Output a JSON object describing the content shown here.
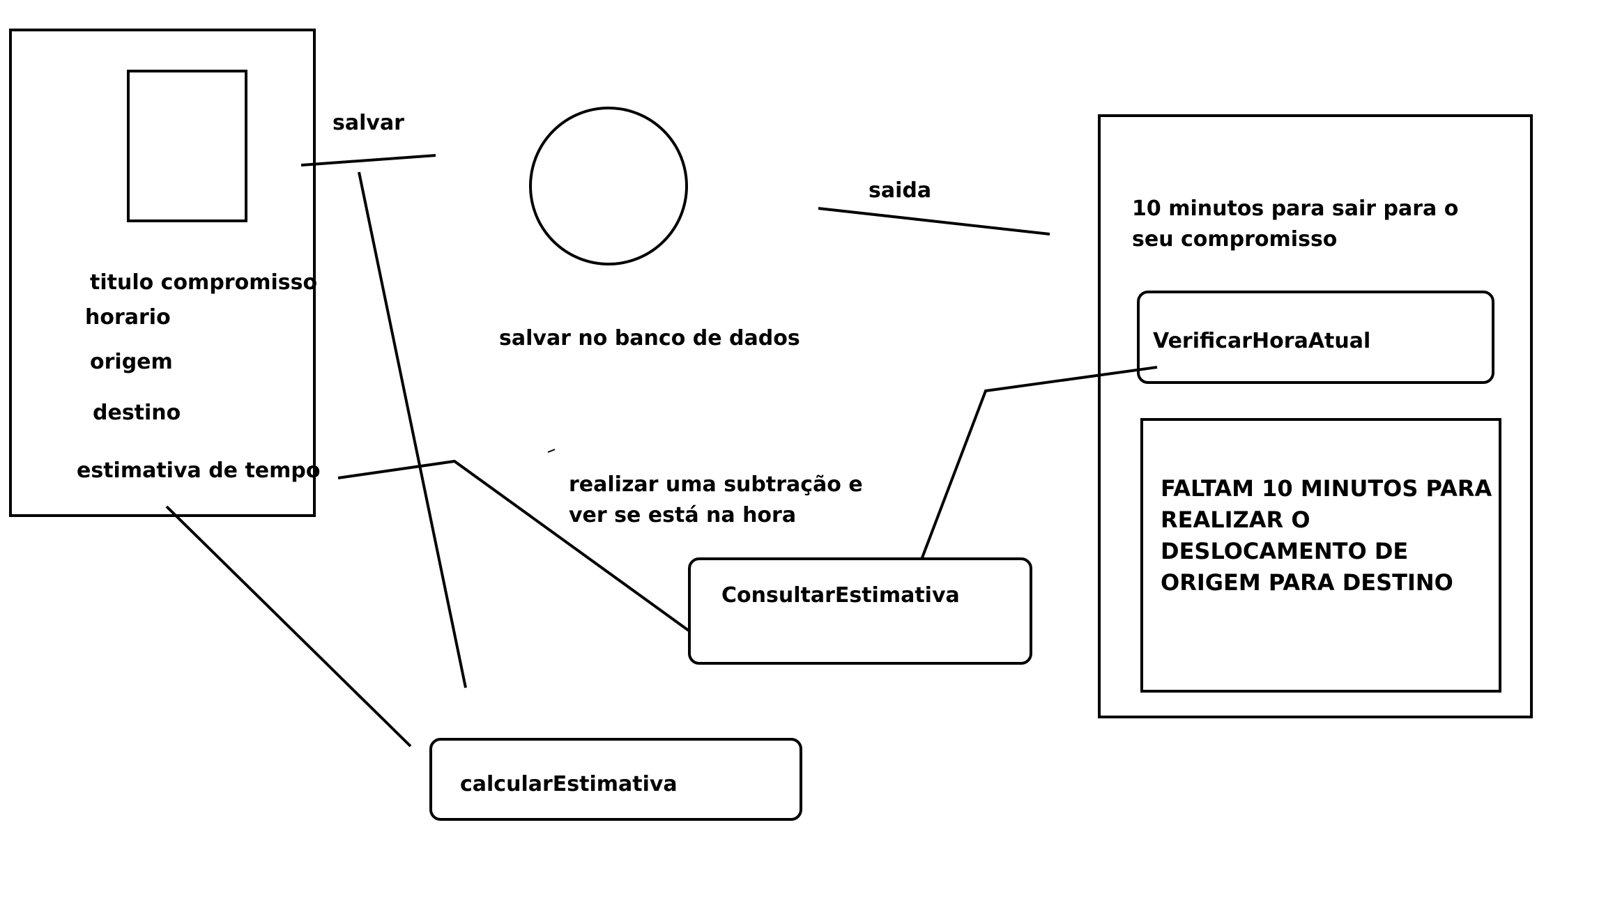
{
  "form_panel": {
    "fields": [
      "titulo compromisso",
      "horario",
      "origem",
      "destino",
      "estimativa de tempo"
    ]
  },
  "edges": {
    "salvar_label": "salvar",
    "saida_label": "saida"
  },
  "database": {
    "caption": "salvar no banco de dados"
  },
  "subtraction_note": "realizar uma subtração e\nver se está na hora",
  "functions": {
    "consultar": "ConsultarEstimativa",
    "calcular": "calcularEstimativa",
    "verificar": "VerificarHoraAtual"
  },
  "notification_screen": {
    "message": "10 minutos para sair para o\nseu compromisso",
    "alert": "FALTAM 10 MINUTOS PARA\nREALIZAR O\nDESLOCAMENTO DE\nORIGEM PARA DESTINO"
  }
}
